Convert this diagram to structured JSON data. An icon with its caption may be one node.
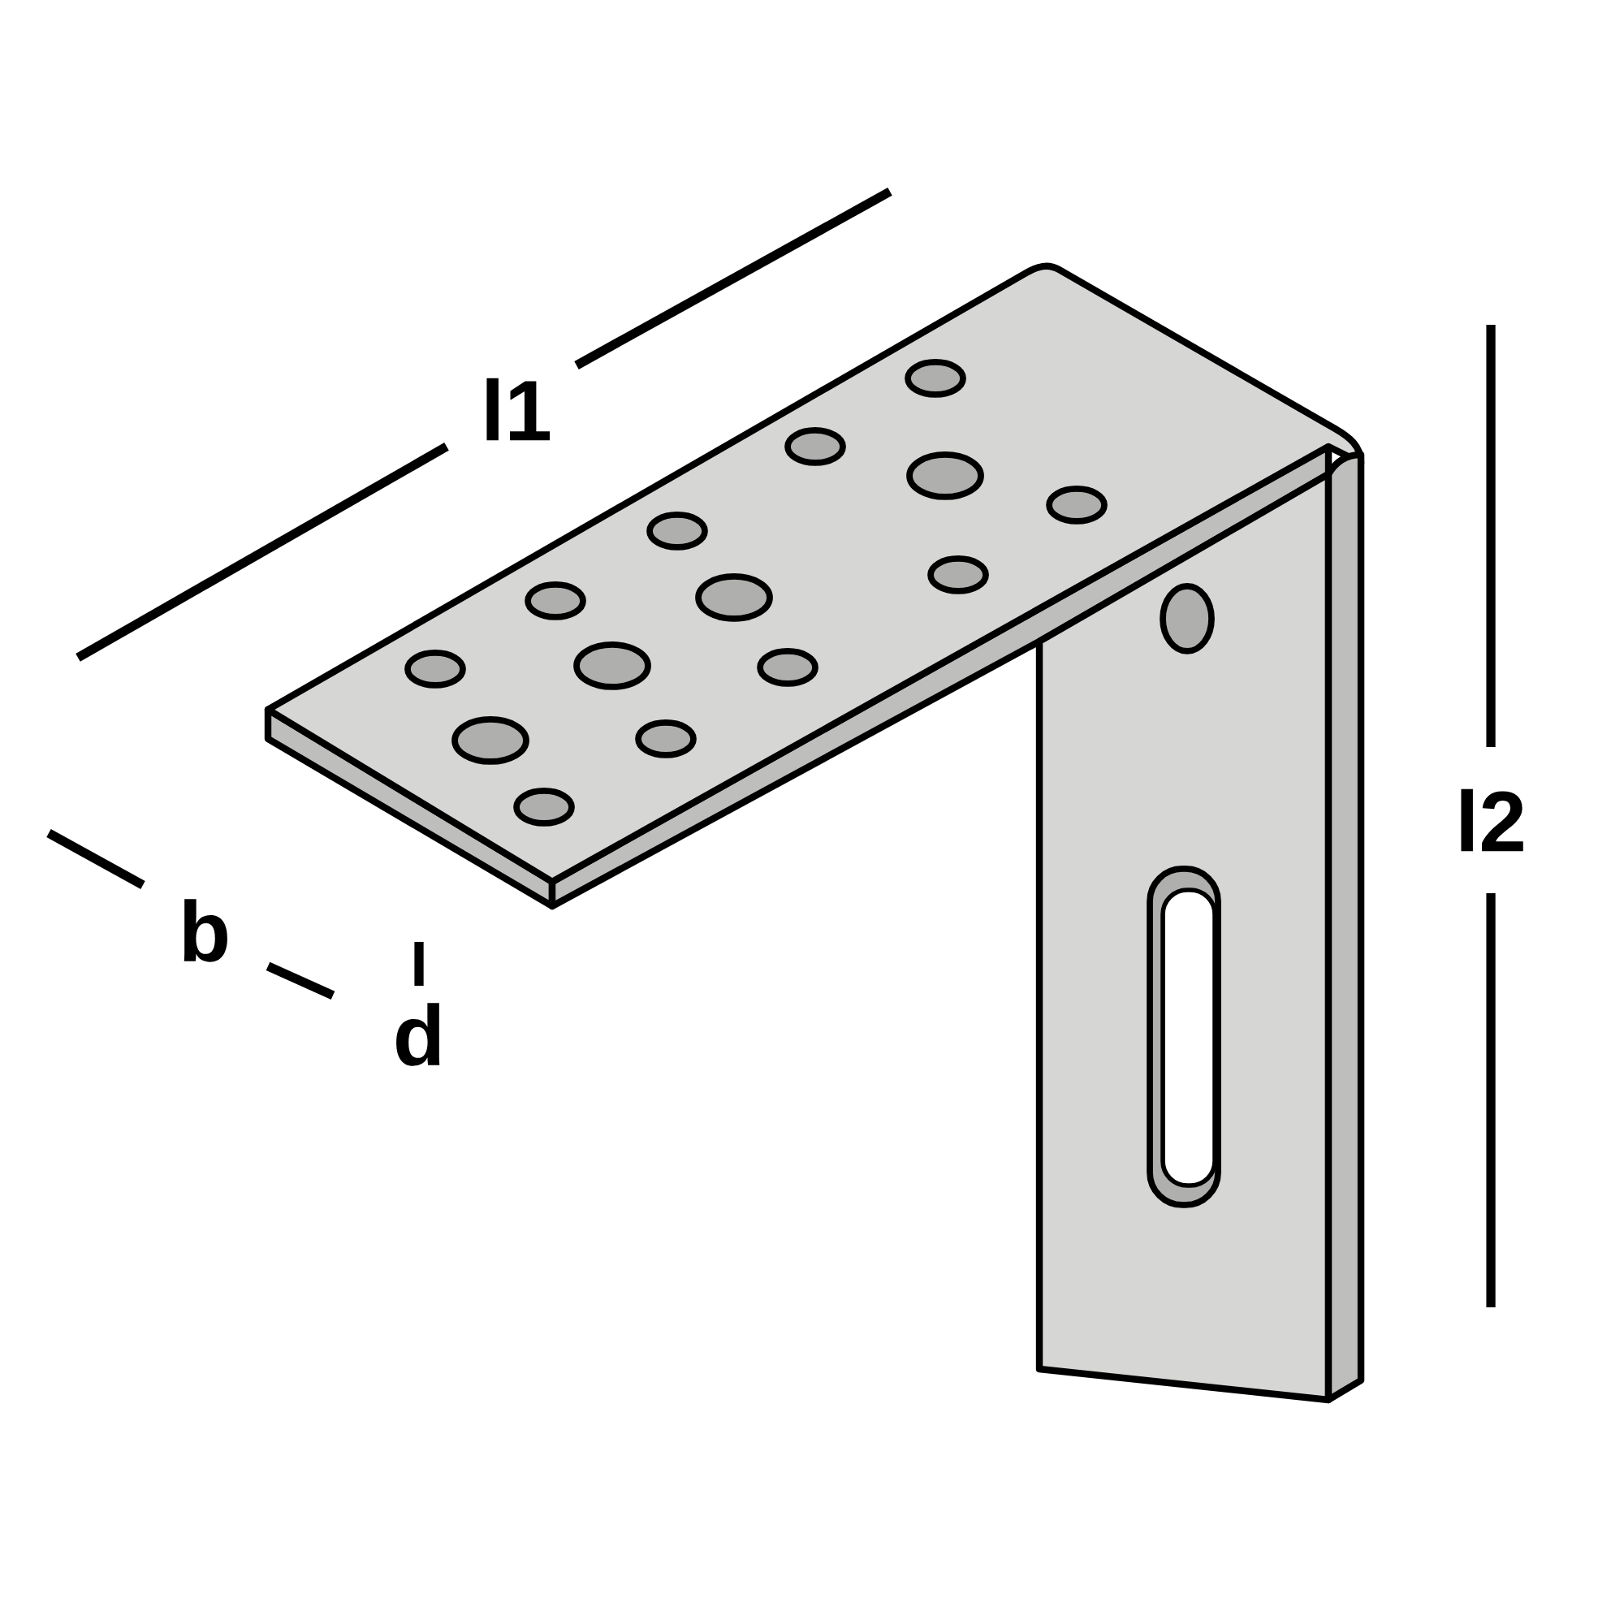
{
  "diagram": {
    "labels": [
      "l1",
      "l2",
      "b",
      "d"
    ]
  }
}
